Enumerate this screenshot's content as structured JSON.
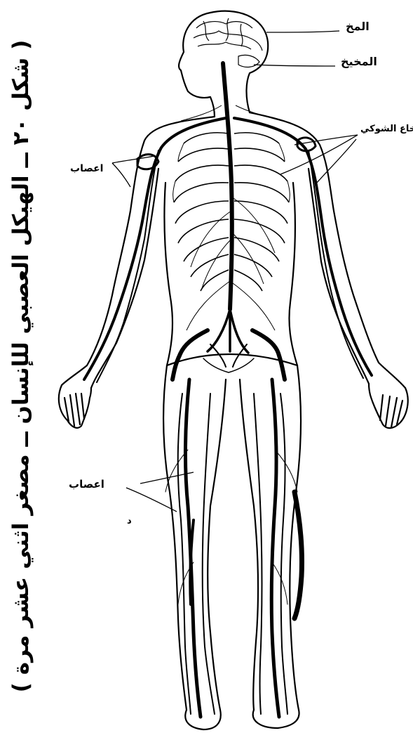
{
  "caption": "( شكل ٢٠ ــ الهيكل العصبي للإنسان ــ مصغر اثني عشر مرة )",
  "labels": {
    "brain": "المخ",
    "cerebellum": "المخيخ",
    "spinal_cord": "النخاع الشوكي",
    "nerves_upper": "اعصاب",
    "nerves_lower": "اعصاب",
    "mark": "د"
  }
}
